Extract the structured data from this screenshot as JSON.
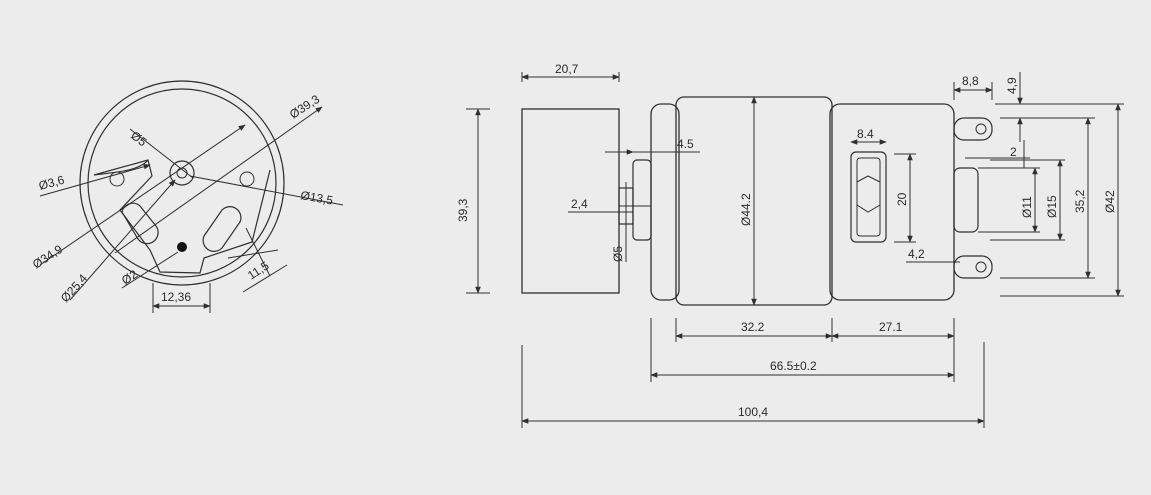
{
  "front_view": {
    "dims": {
      "d39_3": "Ø39,3",
      "d5": "Ø5",
      "d3_6": "Ø3,6",
      "d13_5": "Ø13,5",
      "d34_9": "Ø34,9",
      "d25_4": "Ø25,4",
      "d2": "Ø2",
      "w11_5": "11,5",
      "w12_36": "12,36"
    }
  },
  "side_view": {
    "dims": {
      "w20_7": "20,7",
      "h39_3": "39,3",
      "w4_5": "4.5",
      "w2_4": "2,4",
      "d5": "Ø5",
      "d44_2": "Ø44.2",
      "w8_4": "8.4",
      "h20": "20",
      "w4_2": "4,2",
      "w8_8": "8,8",
      "h4_9": "4,9",
      "w2": "2",
      "d11": "Ø11",
      "d15": "Ø15",
      "h35_2": "35,2",
      "d42": "Ø42",
      "l32_2": "32.2",
      "l27_1": "27.1",
      "l66_5": "66.5±0.2",
      "l100_4": "100,4"
    }
  }
}
